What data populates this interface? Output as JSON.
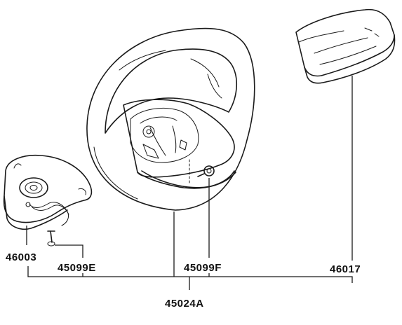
{
  "labels": {
    "clock_spring": "46003",
    "clock_spring_screw": "45099E",
    "wheel_bolt": "45099F",
    "airbag_module": "46017",
    "steering_wheel_assy": "45024A"
  },
  "colors": {
    "ink": "#1a1a1a",
    "background": "#ffffff"
  }
}
